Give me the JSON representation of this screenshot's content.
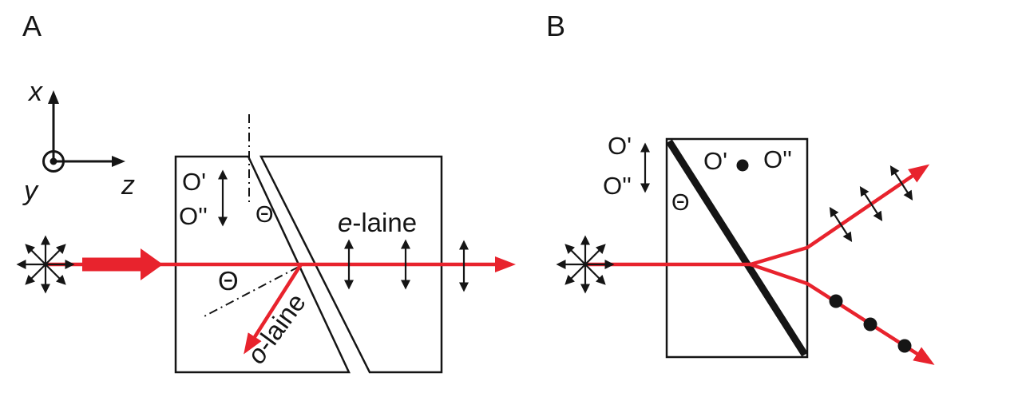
{
  "figure": {
    "panel_a": {
      "label": "A",
      "axes": {
        "x": "x",
        "y": "y",
        "z": "z"
      },
      "entrance_top_label": "O'",
      "entrance_bottom_label": "O''",
      "theta_top": "Θ",
      "theta_bottom": "Θ",
      "e_ray_italic": "e",
      "e_ray_suffix": "-laine",
      "o_ray_italic": "o",
      "o_ray_suffix": "-laine"
    },
    "panel_b": {
      "label": "B",
      "entrance_top_label": "O'",
      "entrance_bottom_label": "O''",
      "theta": "Θ",
      "inside_left_label": "O'",
      "inside_right_label": "O''"
    },
    "colors": {
      "ray": "#e8232d",
      "ink": "#151515",
      "background": "#ffffff"
    }
  }
}
